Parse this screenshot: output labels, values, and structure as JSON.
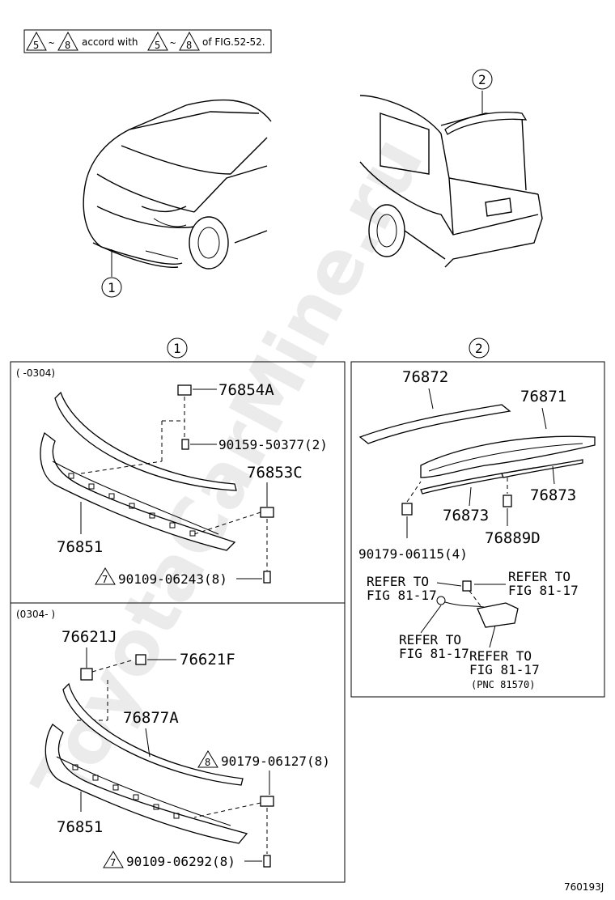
{
  "header_note": {
    "tri_a": "5",
    "tilde_a": "~",
    "tri_b": "8",
    "text_a": "accord with",
    "tri_c": "5",
    "tilde_b": "~",
    "tri_d": "8",
    "text_b": "of FIG.52-52."
  },
  "overview": {
    "callout_front": "1",
    "callout_rear": "2"
  },
  "section_headers": {
    "left": "1",
    "right": "2"
  },
  "panel_top_left": {
    "range": "(    -0304)",
    "parts": {
      "p1": "76854A",
      "p2": "90159-50377(2)",
      "p3": "76853C",
      "p4": "76851",
      "p5_tri": "7",
      "p5": "90109-06243(8)"
    }
  },
  "panel_bottom_left": {
    "range": "(0304-    )",
    "parts": {
      "p1": "76621J",
      "p2": "76621F",
      "p3": "76877A",
      "p4_tri": "8",
      "p4": "90179-06127(8)",
      "p5": "76851",
      "p6_tri": "7",
      "p6": "90109-06292(8)"
    }
  },
  "panel_right": {
    "parts": {
      "p1": "76872",
      "p2": "76871",
      "p3": "76873",
      "p4": "76873",
      "p5": "76889D",
      "p6": "90179-06115(4)"
    },
    "refs": {
      "r1_a": "REFER TO",
      "r1_b": "FIG 81-17",
      "r2_a": "REFER TO",
      "r2_b": "FIG 81-17",
      "r3_a": "REFER TO",
      "r3_b": "FIG 81-17",
      "r4_a": "REFER TO",
      "r4_b": "FIG 81-17",
      "r4_c": "(PNC 81570)"
    }
  },
  "watermark": "ToyotaCarMine.ru",
  "figure_code": "760193J"
}
